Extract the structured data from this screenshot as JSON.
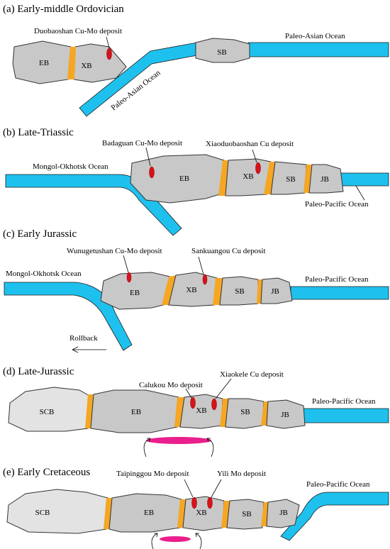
{
  "panels": [
    {
      "title": "(a) Early-middle Ordovician",
      "blocks": [
        "EB",
        "XB",
        "SB"
      ],
      "deposits": [
        "Duobaoshan Cu-Mo deposit"
      ],
      "oceans": [
        "Paleo-Asian Ocean",
        "Paleo-Asian Ocean"
      ]
    },
    {
      "title": "(b) Late-Triassic",
      "blocks": [
        "EB",
        "XB",
        "SB",
        "JB"
      ],
      "deposits": [
        "Badaguan Cu-Mo deposit",
        "Xiaoduobaoshan Cu  deposit"
      ],
      "oceans": [
        "Mongol-Okhotsk Ocean",
        "Paleo-Pacific Ocean"
      ]
    },
    {
      "title": "(c)  Early Jurassic",
      "blocks": [
        "EB",
        "XB",
        "SB",
        "JB"
      ],
      "deposits": [
        "Wunugetushan Cu-Mo deposit",
        "Sankuangou Cu deposit"
      ],
      "oceans": [
        "Mongol-Okhotsk Ocean",
        "Paleo-Pacific Ocean"
      ],
      "rollback": "Rollback"
    },
    {
      "title": "(d) Late-Jurassic",
      "blocks": [
        "SCB",
        "EB",
        "XB",
        "SB",
        "JB"
      ],
      "deposits": [
        "Calukou Mo deposit",
        "Xiaokele Cu deposit"
      ],
      "oceans": [
        "Paleo-Pacific Ocean"
      ]
    },
    {
      "title": "(e) Early Cretaceous",
      "blocks": [
        "SCB",
        "EB",
        "XB",
        "SB",
        "JB"
      ],
      "deposits": [
        "Taipinggou Mo deposit",
        "Yili Mo deposit"
      ],
      "oceans": [
        "Paleo-Pacific Ocean"
      ]
    }
  ],
  "colors": {
    "block": "#c8c8c8",
    "block_scb": "#e3e3e3",
    "suture": "#f5a623",
    "ocean": "#1ec1ee",
    "deposit": "#d9121a",
    "magma": "#ea1e8c"
  }
}
